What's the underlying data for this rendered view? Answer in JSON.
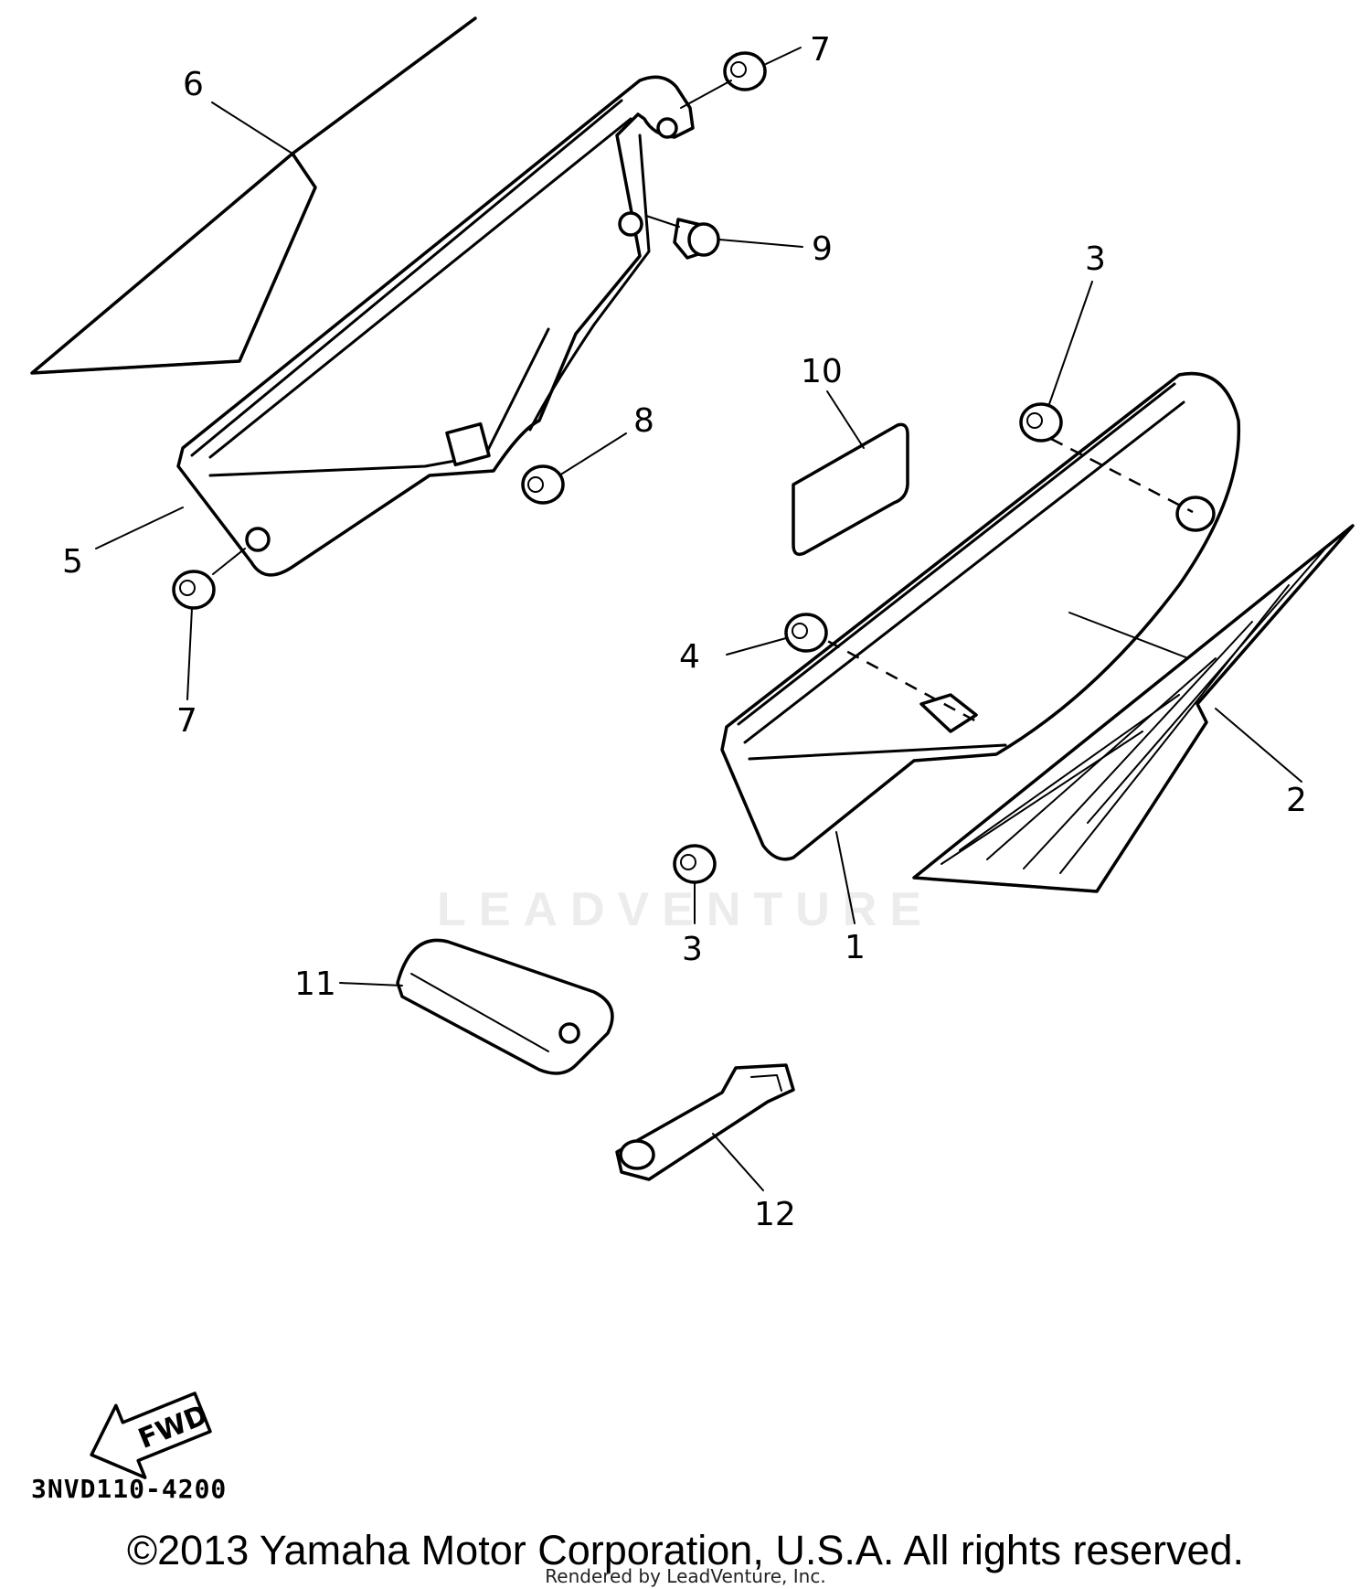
{
  "callouts": {
    "c1": "1",
    "c2": "2",
    "c3a": "3",
    "c3b": "3",
    "c4": "4",
    "c5": "5",
    "c6": "6",
    "c7a": "7",
    "c7b": "7",
    "c8": "8",
    "c9": "9",
    "c10": "10",
    "c11": "11",
    "c12": "12"
  },
  "fwd_label": "FWD",
  "diagram_code": "3NVD110-4200",
  "copyright": "©2013 Yamaha Motor Corporation, U.S.A. All rights reserved.",
  "rendered_by": "Rendered by LeadVenture, Inc.",
  "watermark": "LEADVENTURE"
}
